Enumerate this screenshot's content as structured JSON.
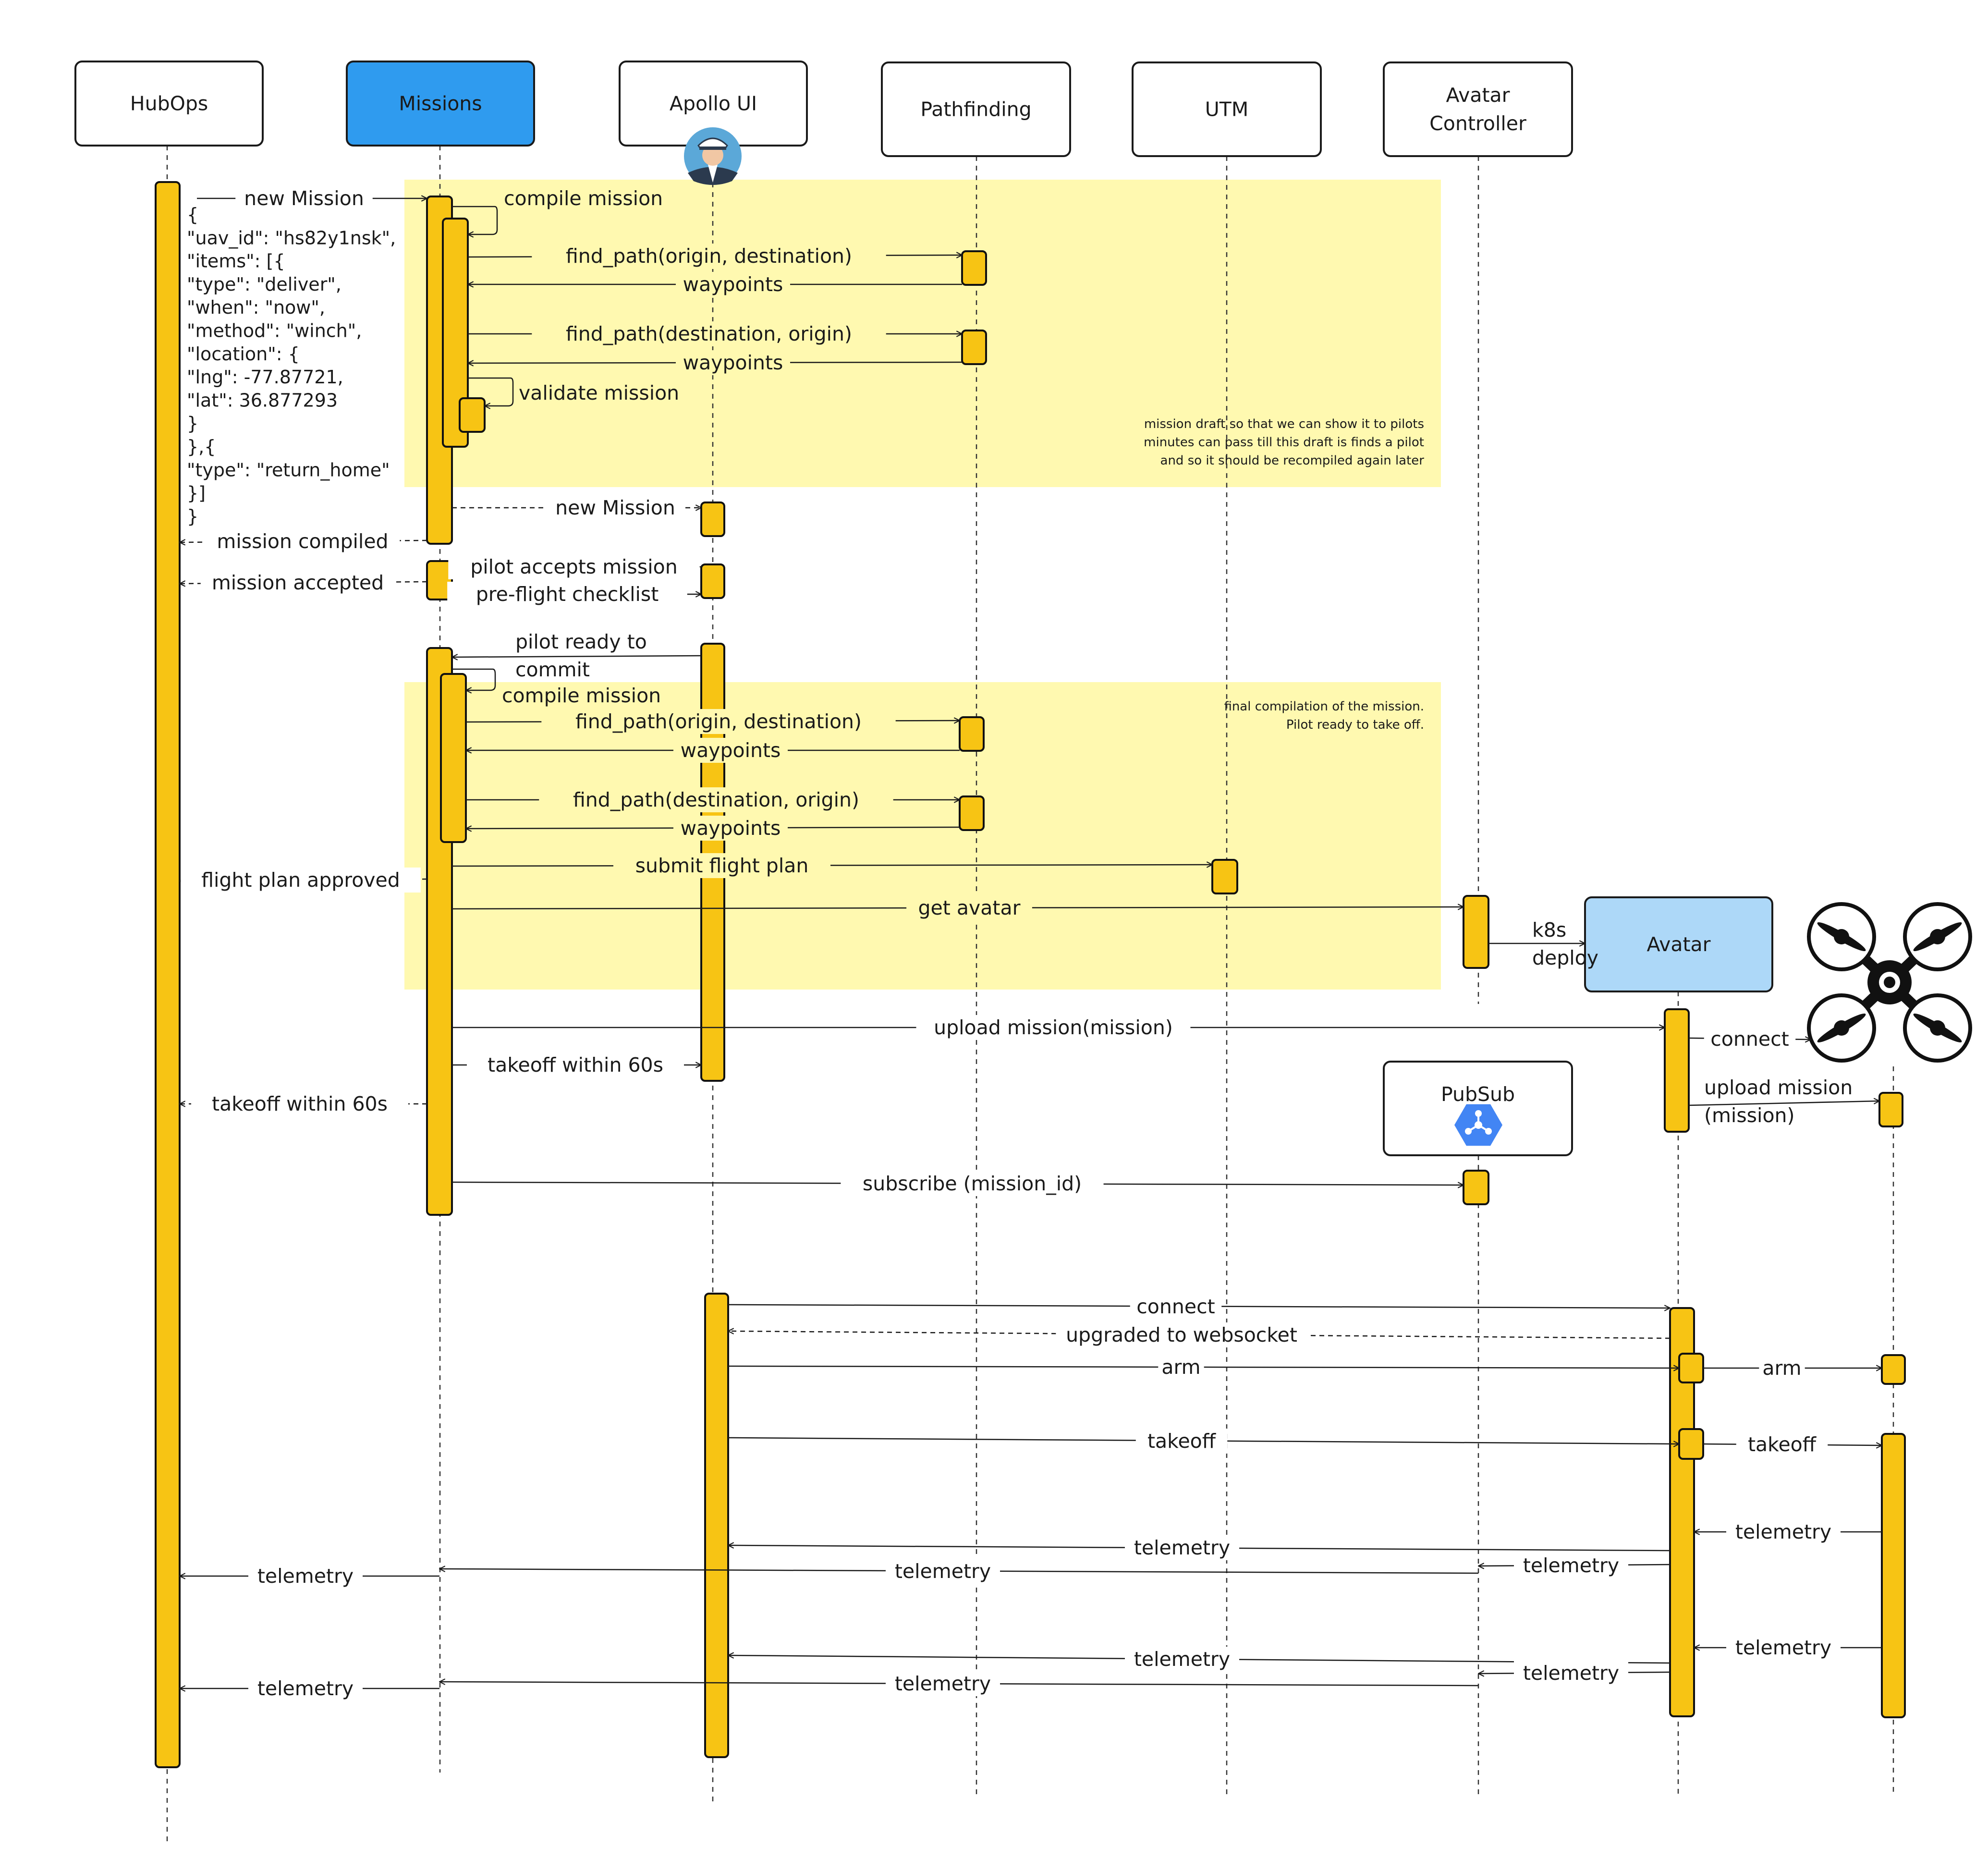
{
  "colors": {
    "activation": "#F7C414",
    "note_bg": "#FFF9B0",
    "missions_header": "#2F9BEF",
    "avatar_header": "#ADD8F8",
    "pubsub_icon": "#4285F4",
    "stroke": "#1a1a1a"
  },
  "participants": [
    {
      "id": "hubops",
      "label": "HubOps"
    },
    {
      "id": "missions",
      "label": "Missions"
    },
    {
      "id": "apollo",
      "label": "Apollo UI",
      "icon": "pilot-avatar-icon"
    },
    {
      "id": "pathfinding",
      "label": "Pathfinding"
    },
    {
      "id": "utm",
      "label": "UTM"
    },
    {
      "id": "avatar_controller",
      "label": "Avatar Controller",
      "lines": [
        "Avatar",
        "Controller"
      ]
    },
    {
      "id": "avatar",
      "label": "Avatar"
    },
    {
      "id": "drone",
      "label": "",
      "icon": "drone-icon"
    },
    {
      "id": "pubsub",
      "label": "PubSub",
      "icon": "pubsub-icon"
    }
  ],
  "notes": [
    {
      "id": "draft",
      "lines": [
        "mission draft so that we can show it to pilots",
        "minutes can pass till this draft is finds a pilot",
        "and so it should be recompiled again later"
      ]
    },
    {
      "id": "final",
      "lines": [
        "final compilation of the mission.",
        "Pilot ready to take off."
      ]
    }
  ],
  "payload": {
    "lines": [
      "{",
      "  \"uav_id\": \"hs82y1nsk\",",
      "  \"items\": [{",
      "      \"type\": \"deliver\",",
      "      \"when\": \"now\",",
      "      \"method\": \"winch\",",
      "      \"location\": {",
      "         \"lng\": -77.87721,",
      "         \"lat\": 36.877293",
      "       }",
      "   },{",
      "     \"type\": \"return_home\"",
      "   }]",
      "}"
    ]
  },
  "messages": [
    {
      "id": "m1",
      "from": "hubops",
      "to": "missions",
      "label": "new Mission",
      "style": "solid"
    },
    {
      "id": "m2",
      "from": "missions",
      "to": "missions",
      "label": "compile mission",
      "style": "self"
    },
    {
      "id": "m3",
      "from": "missions",
      "to": "pathfinding",
      "label": "find_path(origin, destination)",
      "style": "solid"
    },
    {
      "id": "m4",
      "from": "pathfinding",
      "to": "missions",
      "label": "waypoints",
      "style": "solid"
    },
    {
      "id": "m5",
      "from": "missions",
      "to": "pathfinding",
      "label": "find_path(destination, origin)",
      "style": "solid"
    },
    {
      "id": "m6",
      "from": "pathfinding",
      "to": "missions",
      "label": "waypoints",
      "style": "solid"
    },
    {
      "id": "m7",
      "from": "missions",
      "to": "missions",
      "label": "validate mission",
      "style": "self"
    },
    {
      "id": "m8",
      "from": "missions",
      "to": "apollo",
      "label": "new Mission",
      "style": "dashed"
    },
    {
      "id": "m9",
      "from": "missions",
      "to": "hubops",
      "label": "mission compiled",
      "style": "dashed"
    },
    {
      "id": "m10",
      "from": "apollo",
      "to": "missions",
      "label": "pilot accepts mission",
      "style": "solid"
    },
    {
      "id": "m11",
      "from": "missions",
      "to": "hubops",
      "label": "mission accepted",
      "style": "dashed"
    },
    {
      "id": "m12",
      "from": "missions",
      "to": "apollo",
      "label": "pre-flight checklist",
      "style": "solid"
    },
    {
      "id": "m13",
      "from": "apollo",
      "to": "missions",
      "label": "pilot ready to commit",
      "lines": [
        "pilot ready to",
        "commit"
      ],
      "style": "solid"
    },
    {
      "id": "m14",
      "from": "missions",
      "to": "missions",
      "label": "compile mission",
      "style": "self"
    },
    {
      "id": "m15",
      "from": "missions",
      "to": "pathfinding",
      "label": "find_path(origin, destination)",
      "style": "solid"
    },
    {
      "id": "m16",
      "from": "pathfinding",
      "to": "missions",
      "label": "waypoints",
      "style": "solid"
    },
    {
      "id": "m17",
      "from": "missions",
      "to": "pathfinding",
      "label": "find_path(destination, origin)",
      "style": "solid"
    },
    {
      "id": "m18",
      "from": "pathfinding",
      "to": "missions",
      "label": "waypoints",
      "style": "solid"
    },
    {
      "id": "m19",
      "from": "missions",
      "to": "utm",
      "label": "submit flight plan",
      "style": "solid"
    },
    {
      "id": "m20",
      "from": "missions",
      "to": "hubops",
      "label": "flight plan approved",
      "style": "dashed"
    },
    {
      "id": "m21",
      "from": "missions",
      "to": "avatar_controller",
      "label": "get avatar",
      "style": "solid"
    },
    {
      "id": "m22",
      "from": "avatar_controller",
      "to": "avatar",
      "label": "k8s deploy",
      "lines": [
        "k8s",
        "deploy"
      ],
      "style": "solid"
    },
    {
      "id": "m23",
      "from": "missions",
      "to": "avatar",
      "label": "upload mission(mission)",
      "style": "solid"
    },
    {
      "id": "m24",
      "from": "avatar",
      "to": "drone",
      "label": "connect",
      "style": "solid"
    },
    {
      "id": "m25",
      "from": "missions",
      "to": "apollo",
      "label": "takeoff within 60s",
      "style": "solid"
    },
    {
      "id": "m26",
      "from": "avatar",
      "to": "drone",
      "label": "upload mission (mission)",
      "lines": [
        "upload mission",
        "(mission)"
      ],
      "style": "solid"
    },
    {
      "id": "m27",
      "from": "missions",
      "to": "hubops",
      "label": "takeoff within 60s",
      "style": "dashed"
    },
    {
      "id": "m28",
      "from": "missions",
      "to": "pubsub",
      "label": "subscribe (mission_id)",
      "style": "solid"
    },
    {
      "id": "m29",
      "from": "apollo",
      "to": "avatar",
      "label": "connect",
      "style": "solid"
    },
    {
      "id": "m30",
      "from": "avatar",
      "to": "apollo",
      "label": "upgraded to websocket",
      "style": "dashed"
    },
    {
      "id": "m31",
      "from": "apollo",
      "to": "avatar",
      "label": "arm",
      "style": "solid"
    },
    {
      "id": "m32",
      "from": "avatar",
      "to": "drone",
      "label": "arm",
      "style": "solid"
    },
    {
      "id": "m33",
      "from": "apollo",
      "to": "avatar",
      "label": "takeoff",
      "style": "solid"
    },
    {
      "id": "m34",
      "from": "avatar",
      "to": "drone",
      "label": "takeoff",
      "style": "solid"
    },
    {
      "id": "m35",
      "from": "drone",
      "to": "avatar",
      "label": "telemetry",
      "style": "solid"
    },
    {
      "id": "m36",
      "from": "avatar",
      "to": "apollo",
      "label": "telemetry",
      "style": "solid"
    },
    {
      "id": "m37",
      "from": "avatar",
      "to": "pubsub",
      "label": "telemetry",
      "style": "solid"
    },
    {
      "id": "m38",
      "from": "pubsub",
      "to": "missions",
      "label": "telemetry",
      "style": "solid"
    },
    {
      "id": "m39",
      "from": "missions",
      "to": "hubops",
      "label": "telemetry",
      "style": "solid"
    },
    {
      "id": "m40",
      "from": "drone",
      "to": "avatar",
      "label": "telemetry",
      "style": "solid"
    },
    {
      "id": "m41",
      "from": "avatar",
      "to": "apollo",
      "label": "telemetry",
      "style": "solid"
    },
    {
      "id": "m42",
      "from": "avatar",
      "to": "pubsub",
      "label": "telemetry",
      "style": "solid"
    },
    {
      "id": "m43",
      "from": "pubsub",
      "to": "missions",
      "label": "telemetry",
      "style": "solid"
    },
    {
      "id": "m44",
      "from": "missions",
      "to": "hubops",
      "label": "telemetry",
      "style": "solid"
    }
  ]
}
